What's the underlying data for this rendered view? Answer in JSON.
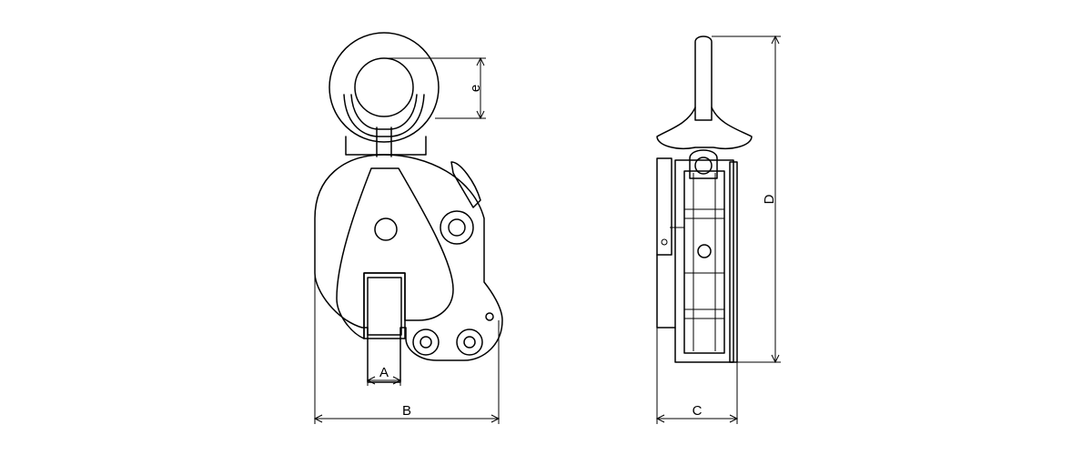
{
  "dimension_labels": {
    "a": "A",
    "b": "B",
    "c": "C",
    "d": "D",
    "e": "e"
  }
}
